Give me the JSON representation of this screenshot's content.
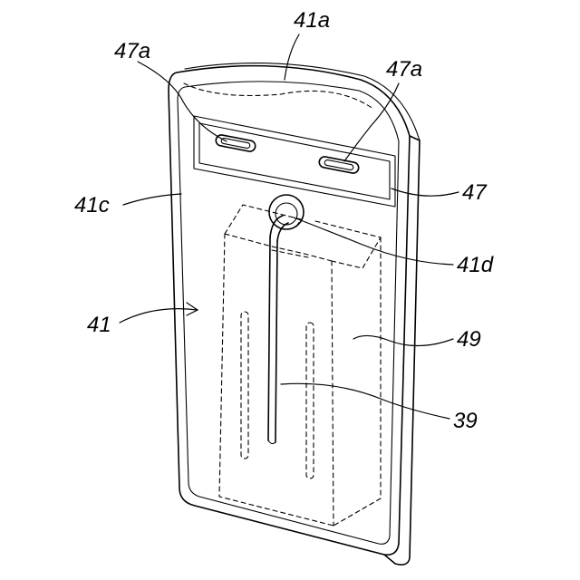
{
  "labels": {
    "top_seal": "41a",
    "slit_left": "47a",
    "slit_right": "47a",
    "front_panel": "41c",
    "strip": "47",
    "spout": "41d",
    "pouch": "41",
    "container": "49",
    "tube": "39"
  },
  "colors": {
    "ink": "#000000",
    "paper": "#ffffff"
  }
}
